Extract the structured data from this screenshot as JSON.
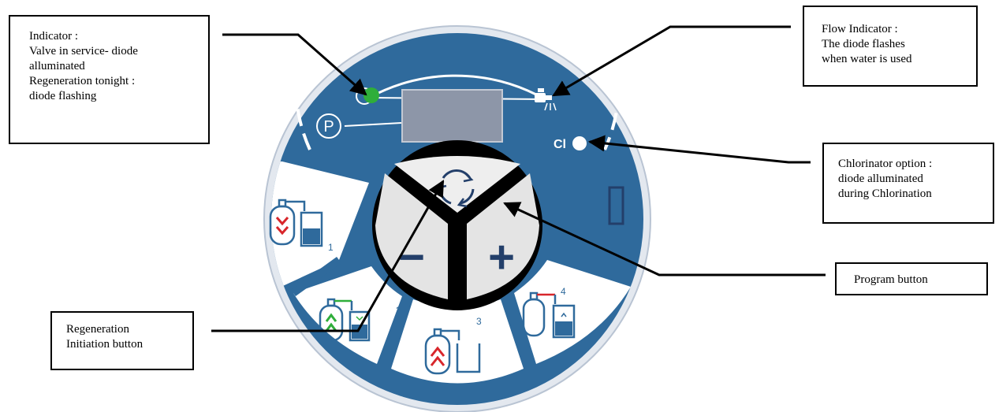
{
  "callouts": {
    "indicator": {
      "lines": [
        "Indicator :",
        "Valve in service- diode",
        "alluminated",
        "Regeneration tonight :",
        "diode flashing"
      ]
    },
    "flow_indicator": {
      "lines": [
        "Flow Indicator :",
        "The diode flashes",
        "when water is used"
      ]
    },
    "chlorinator": {
      "lines": [
        "Chlorinator option :",
        "diode alluminated",
        "during Chlorination"
      ]
    },
    "program_button": {
      "lines": [
        "Program button"
      ]
    },
    "regeneration_button": {
      "lines": [
        "Regeneration",
        "Initiation button"
      ]
    }
  },
  "panel": {
    "p_label": "P",
    "cl_label": "Cl",
    "minus_label": "−",
    "plus_label": "+",
    "cycles": [
      {
        "number": "1"
      },
      {
        "number": "2"
      },
      {
        "number": "3"
      },
      {
        "number": "4"
      }
    ]
  },
  "colors": {
    "panel_blue": "#2f6a9c",
    "panel_rim": "#e3e8ef",
    "indicator_green": "#2fae3a",
    "arrow_red": "#d8262b",
    "arrow_green": "#2fae3a",
    "button_face": "#eeeeee"
  }
}
